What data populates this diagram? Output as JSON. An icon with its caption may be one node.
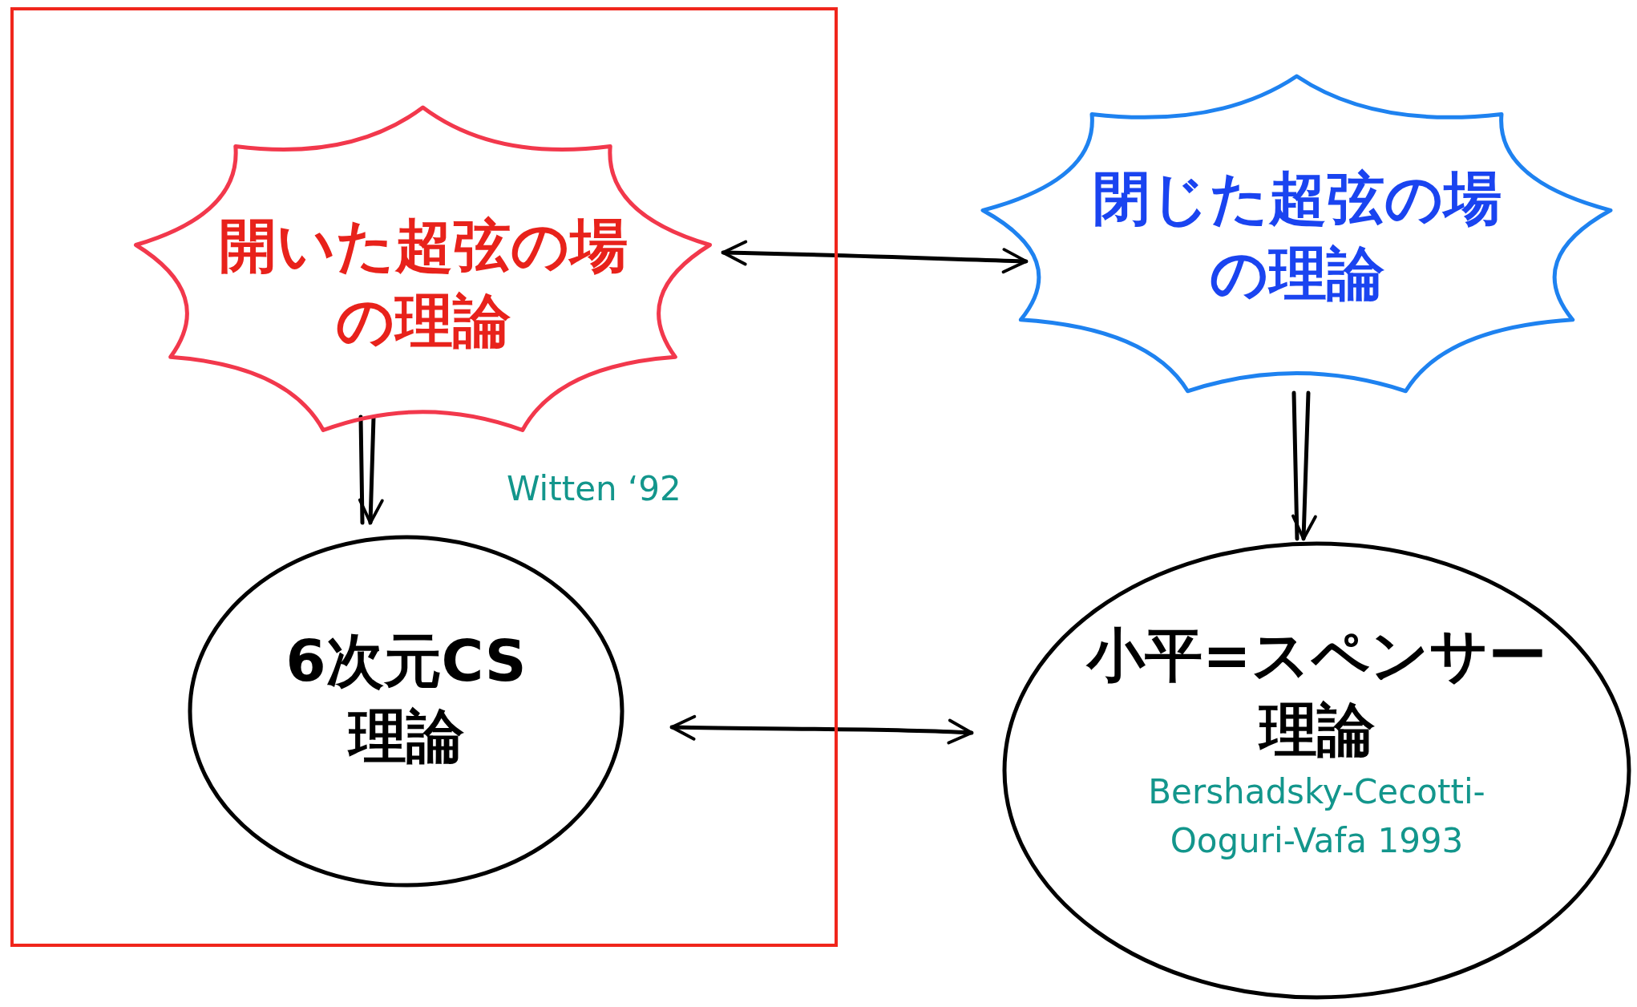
{
  "diagram": {
    "nodes": [
      {
        "text": [],
        "shape": "box"
      },
      {
        "text": [
          "開いた超弦の場の理論"
        ],
        "in": 0
      },
      {
        "text": [
          "閉じた超弦の場の理論"
        ]
      },
      {
        "text": [
          "6次元CS 理論"
        ],
        "in": 0
      },
      {
        "text": [
          "小平=スペンサー理論",
          "Bershadsky-Cecotti-Ooguri-Vafa 1993"
        ]
      }
    ],
    "edges": [
      {
        "from": 1,
        "to": 3,
        "arrow": "to",
        "label": "Witten ‘92"
      },
      {
        "from": 1,
        "to": 2,
        "arrow": "both"
      },
      {
        "from": 2,
        "to": 4,
        "arrow": "to"
      },
      {
        "from": 3,
        "to": 4,
        "arrow": "both"
      }
    ]
  }
}
